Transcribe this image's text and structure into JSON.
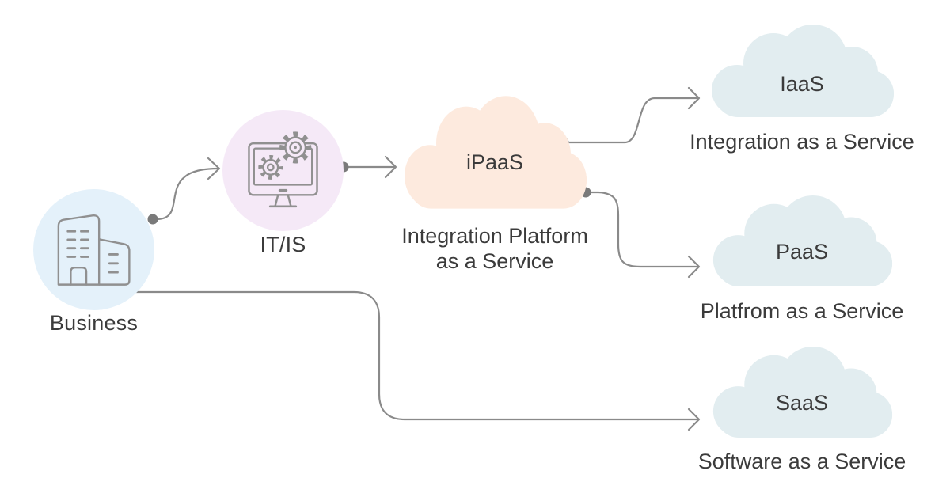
{
  "diagram": {
    "nodes": {
      "business": {
        "label": "Business"
      },
      "it_is": {
        "label": "IT/IS"
      },
      "ipaas": {
        "label": "iPaaS",
        "subtitle_lines": [
          "Integration Platform",
          "as a Service"
        ]
      },
      "iaas": {
        "label": "IaaS",
        "subtitle": "Integration as a Service"
      },
      "paas": {
        "label": "PaaS",
        "subtitle": "Platfrom as a Service"
      },
      "saas": {
        "label": "SaaS",
        "subtitle": "Software as a Service"
      }
    },
    "icons": {
      "business": "office-buildings-icon",
      "it_is": "monitor-gears-icon"
    },
    "connections": [
      {
        "from": "Business",
        "to": "IT/IS"
      },
      {
        "from": "IT/IS",
        "to": "iPaaS"
      },
      {
        "from": "iPaaS",
        "to": "IaaS"
      },
      {
        "from": "iPaaS",
        "to": "PaaS"
      },
      {
        "from": "Business",
        "to": "SaaS"
      }
    ],
    "colors": {
      "background": "#ffffff",
      "business_circle": "#e4f1fa",
      "it_is_circle": "#f5e9f7",
      "ipaas_cloud": "#fdeade",
      "service_cloud": "#e2edf0",
      "connector": "#8a8a8a",
      "connector_dot": "#7a7a7a",
      "icon_stroke": "#909090",
      "text": "#3b3b3b"
    }
  }
}
